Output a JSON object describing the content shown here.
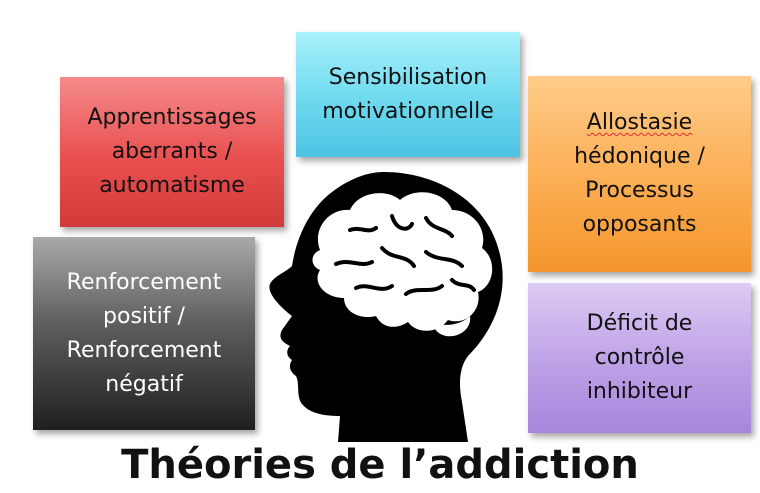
{
  "boxes": {
    "red": {
      "lines": [
        "Apprentissages",
        "aberrants /",
        "automatisme"
      ],
      "color": "#e94f4f"
    },
    "blue": {
      "lines": [
        "Sensibilisation",
        "motivationnelle"
      ],
      "color": "#6ed9ef"
    },
    "orange": {
      "lines": [
        "Allostasie",
        "hédonique /",
        "Processus",
        "opposants"
      ],
      "color": "#fbad52"
    },
    "gray": {
      "lines": [
        "Renforcement",
        "positif /",
        "Renforcement",
        "négatif"
      ],
      "color": "#5e5e5e"
    },
    "purple": {
      "lines": [
        "Déficit de",
        "contrôle",
        "inhibiteur"
      ],
      "color": "#bca0e6"
    }
  },
  "title": "Théories de l’addiction",
  "icons": {
    "head": "head-with-brain-icon"
  }
}
